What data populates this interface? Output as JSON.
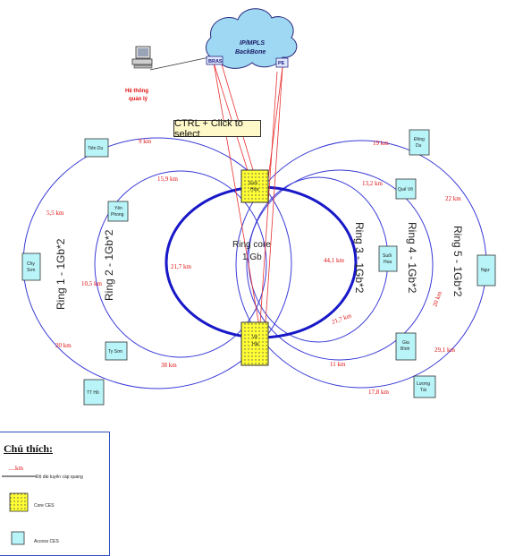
{
  "cloud": {
    "title": "IP/MPLS",
    "subtitle": "BackBone",
    "bras": "BRAS",
    "pe": "PE"
  },
  "management": {
    "line1": "Hệ thống",
    "line2": "quản lý"
  },
  "tooltip": "CTRL + Click to select",
  "core": {
    "label_line1": "Ring core",
    "label_line2": "1 Gb"
  },
  "core_nodes": {
    "top": {
      "line1": "Suối",
      "line2": "Hòa"
    },
    "bottom": {
      "line1": "Vệ",
      "line2": "Hải"
    }
  },
  "rings": {
    "ring1": "Ring 1 - 1Gb*2",
    "ring2": "Ring 2 - 1Gb*2",
    "ring3": "Ring 3 - 1Gb*2",
    "ring4": "Ring 4 - 1Gb*2",
    "ring5": "Ring 5 - 1Gb*2"
  },
  "access_nodes": {
    "tien_du": "Tiên Du",
    "yen_phong_1": "Yên",
    "yen_phong_2": "Phong",
    "chy_son_1": "Chy",
    "chy_son_2": "Sơn",
    "ty_son": "Ty Sơn",
    "tt_ho": "TT Hồ",
    "dong_du_1": "Đông",
    "dong_du_2": "Du",
    "que_vo": "Quế Võ",
    "suoi_hoa_1": "Suối",
    "suoi_hoa_2": "Hoa",
    "ngu": "Ngư",
    "gia_binh_1": "Gia",
    "gia_binh_2": "Bình",
    "luong_tai_1": "Lương",
    "luong_tai_2": "Tài"
  },
  "distances": {
    "d1": "9 km",
    "d2": "15,9 km",
    "d3": "5,5 km",
    "d4": "10,5 km",
    "d5": "21,7 km",
    "d6": "20 km",
    "d7": "38 km",
    "d8": "19 km",
    "d9": "13,2 km",
    "d10": "22 km",
    "d11": "44,1 km",
    "d12": "20 km",
    "d13": "21,7 km",
    "d14": "11 km",
    "d15": "29,1 km",
    "d16": "17,8 km"
  },
  "legend": {
    "title": "Chú thích:",
    "km": "....km",
    "line_desc": "Độ dài tuyến cáp quang",
    "core_desc": "Core CES",
    "access_desc": "Access CES"
  },
  "colors": {
    "ring_line": "#3a3ad8",
    "core_ring": "#1818c8",
    "uplink": "#e83030",
    "core_fill": "#ffff33",
    "access_fill": "#b8f4f8",
    "cloud_fill": "#9ed8f2"
  }
}
